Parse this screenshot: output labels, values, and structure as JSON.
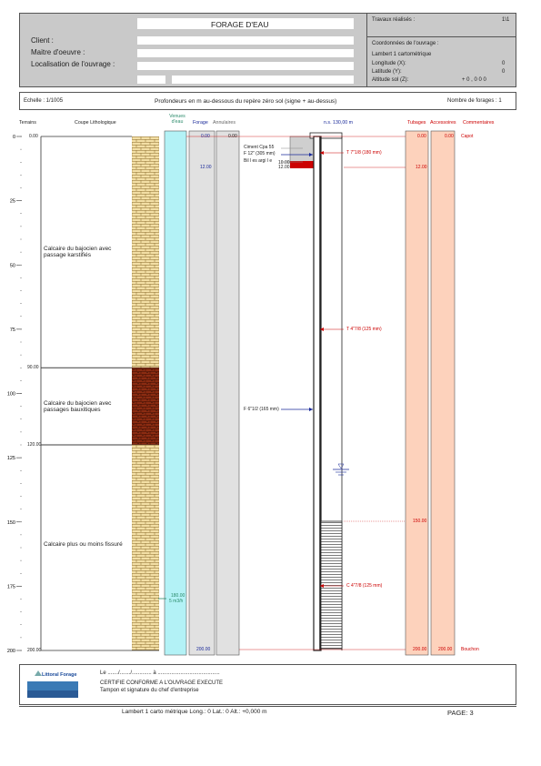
{
  "header": {
    "title": "FORAGE D'EAU",
    "client_label": "Client :",
    "maitre_label": "Maitre d'oeuvre :",
    "localisation_label": "Localisation de l'ouvrage :",
    "travaux_label": "Travaux réalisés :",
    "travaux_value": "1\\1",
    "coord_title": "Coordonnées de l'ouvrage :",
    "coord_system": "Lambert 1 cartométrique",
    "longitude_label": "Longitude (X):",
    "longitude_value": "0",
    "latitude_label": "Latitude (Y):",
    "latitude_value": "0",
    "altitude_label": "Altitude sol (Z):",
    "altitude_value": "+ 0 , 0 0 0"
  },
  "scale_bar": {
    "echelle": "Echelle : 1/1005",
    "profondeurs": "Profondeurs en m au-dessous du repère zéro sol (signe + au-dessus)",
    "nombre": "Nombre de forages : 1"
  },
  "columns": {
    "terrains": "Terrains",
    "coupe": "Coupe Lithologique",
    "venues": "Venues d'eau",
    "forage": "Forage",
    "annulaires": "Annulaires",
    "ns": "n.s. 130,00 m",
    "tubages": "Tubages",
    "accessoires": "Accessoires",
    "commentaires": "Commentaires"
  },
  "depth_axis": {
    "max": 200,
    "ticks": [
      "0",
      "25",
      "50",
      "75",
      "100",
      "125",
      "150",
      "175",
      "200"
    ]
  },
  "layers": [
    {
      "top": "0.00",
      "bottom_label": "90.00",
      "description": "Calcaire du bajocien avec passage karstifiés",
      "pattern": "limestone"
    },
    {
      "top": "90.00",
      "bottom_label": "120.00",
      "description": "Calcaire du bajocien avec passages bauxitiques",
      "pattern": "bauxite"
    },
    {
      "top": "120.00",
      "bottom_label": "200.00",
      "description": "Calcaire plus ou moins fissuré",
      "pattern": "limestone"
    }
  ],
  "venues": {
    "depth": "180.00",
    "rate": "5 m3/h"
  },
  "forage_labels": {
    "top": "0.00",
    "change": "12.00",
    "bottom": "200.00"
  },
  "annulaire_labels": {
    "top": "0.00"
  },
  "annotations_left": {
    "ciment": "Ciment Cpa 55",
    "f12": "F 12\" (305 mm)",
    "billes": "Bil l es argi l e",
    "d1": "10.00",
    "d2": "12.00",
    "f6": "F 6\"1/2 (165 mm)"
  },
  "annotations_right": {
    "t778": "T 7\"1/8 (180 mm)",
    "t478": "T 4\"7/8 (125 mm)",
    "c478": "C 4\"7/8 (125 mm)"
  },
  "tubages_labels": {
    "top": "0.00",
    "d12": "12.00",
    "d150": "150.00",
    "d200": "200.00"
  },
  "accessoires_labels": {
    "top": "0.00",
    "bottom": "200.00"
  },
  "comments": {
    "top": "Capot",
    "bottom": "Bouchon"
  },
  "colors": {
    "venues": "#b3f2f6",
    "forage": "#e1e1e1",
    "tubages": "#fdd2bc",
    "bauxite": "#8b2c12",
    "limestone": "#f3dfa5",
    "red": "#cc0000",
    "blue": "#1a2a9a"
  },
  "footer": {
    "logo_text": "Littoral Forage",
    "le": "Le ......./......./............. à .........................................",
    "certifie": "CERTIFIE CONFORME A L'OUVRAGE EXECUTE",
    "tampon": "Tampon et signature du chef d'entreprise",
    "bottom_line": "Lambert 1 carto métrique Long.: 0 Lat.: 0 Alt.: +0,000 m",
    "page": "PAGE: 3"
  }
}
